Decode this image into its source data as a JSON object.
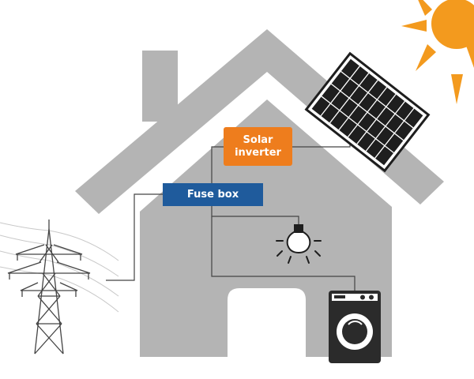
{
  "labels": {
    "solar_inverter_line1": "Solar",
    "solar_inverter_line2": "inverter",
    "fuse_box": "Fuse box"
  },
  "colors": {
    "house": "#b4b4b4",
    "inverter": "#ee7d1d",
    "fuse_box": "#1f5b9c",
    "sun": "#f39a1e",
    "wiring": "#444444",
    "panel": "#1e1e1e",
    "appliance": "#2b2b2b"
  },
  "icons": [
    "sun-icon",
    "solar-panel-icon",
    "light-bulb-icon",
    "washing-machine-icon",
    "power-pylon-icon"
  ]
}
